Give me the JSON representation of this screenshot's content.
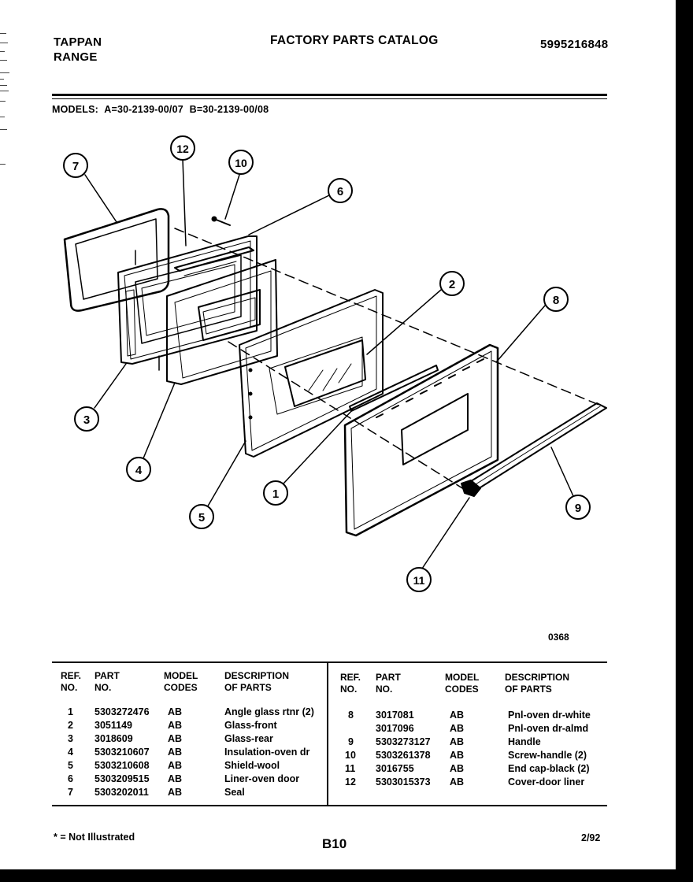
{
  "header": {
    "brand_line1": "TAPPAN",
    "brand_line2": "RANGE",
    "title": "FACTORY PARTS CATALOG",
    "catalog_number": "5995216848"
  },
  "models": {
    "label": "MODELS:",
    "a": "A=30-2139-00/07",
    "b": "B=30-2139-00/08"
  },
  "diagram": {
    "code": "0368",
    "callouts": [
      "1",
      "2",
      "3",
      "4",
      "5",
      "6",
      "7",
      "8",
      "9",
      "10",
      "11",
      "12"
    ]
  },
  "table": {
    "headers": {
      "ref_l1": "REF.",
      "ref_l2": "NO.",
      "part_l1": "PART",
      "part_l2": "NO.",
      "model_l1": "MODEL",
      "model_l2": "CODES",
      "desc_l1": "DESCRIPTION",
      "desc_l2": "OF PARTS"
    },
    "left_rows": [
      {
        "ref": "1",
        "part": "5303272476",
        "codes": "AB",
        "desc": "Angle glass rtnr (2)"
      },
      {
        "ref": "2",
        "part": "3051149",
        "codes": "AB",
        "desc": "Glass-front"
      },
      {
        "ref": "3",
        "part": "3018609",
        "codes": "AB",
        "desc": "Glass-rear"
      },
      {
        "ref": "4",
        "part": "5303210607",
        "codes": "AB",
        "desc": "Insulation-oven dr"
      },
      {
        "ref": "5",
        "part": "5303210608",
        "codes": "AB",
        "desc": "Shield-wool"
      },
      {
        "ref": "6",
        "part": "5303209515",
        "codes": "AB",
        "desc": "Liner-oven door"
      },
      {
        "ref": "7",
        "part": "5303202011",
        "codes": "AB",
        "desc": "Seal"
      }
    ],
    "right_rows": [
      {
        "ref": "8",
        "part": "3017081",
        "codes": "AB",
        "desc": "Pnl-oven dr-white"
      },
      {
        "ref": "",
        "part": "3017096",
        "codes": "AB",
        "desc": "Pnl-oven dr-almd"
      },
      {
        "ref": "9",
        "part": "5303273127",
        "codes": "AB",
        "desc": "Handle"
      },
      {
        "ref": "10",
        "part": "5303261378",
        "codes": "AB",
        "desc": "Screw-handle (2)"
      },
      {
        "ref": "11",
        "part": "3016755",
        "codes": "AB",
        "desc": "End cap-black (2)"
      },
      {
        "ref": "12",
        "part": "5303015373",
        "codes": "AB",
        "desc": "Cover-door liner"
      }
    ]
  },
  "footer": {
    "footnote": "* = Not Illustrated",
    "page": "B10",
    "date": "2/92"
  }
}
